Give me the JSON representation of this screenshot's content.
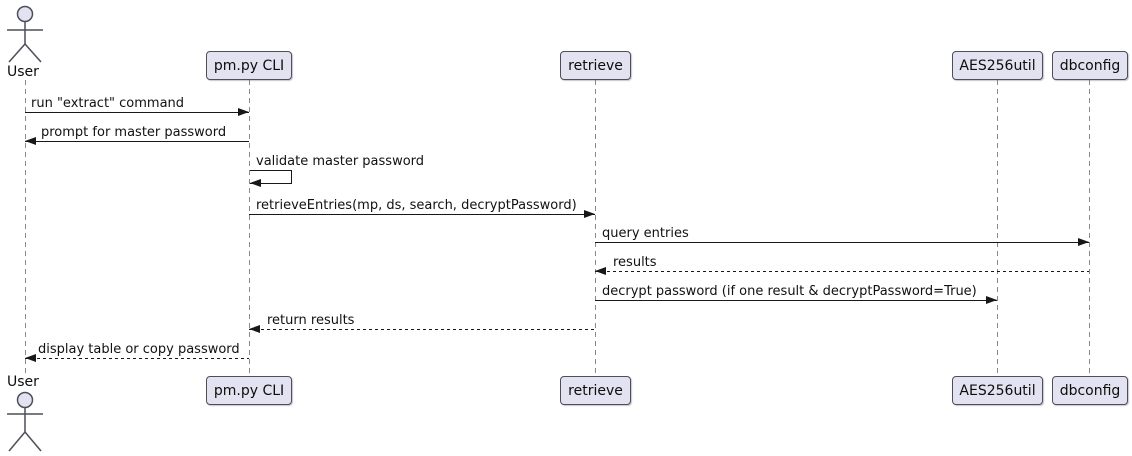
{
  "diagram": {
    "type": "sequence-diagram",
    "participants": [
      {
        "name": "User",
        "kind": "actor"
      },
      {
        "name": "pm.py CLI",
        "kind": "participant"
      },
      {
        "name": "retrieve",
        "kind": "participant"
      },
      {
        "name": "AES256util",
        "kind": "participant"
      },
      {
        "name": "dbconfig",
        "kind": "participant"
      }
    ],
    "messages": [
      {
        "from": "User",
        "to": "pm.py CLI",
        "label": "run \"extract\" command",
        "style": "solid"
      },
      {
        "from": "pm.py CLI",
        "to": "User",
        "label": "prompt for master password",
        "style": "solid"
      },
      {
        "from": "pm.py CLI",
        "to": "pm.py CLI",
        "label": "validate master password",
        "style": "solid-self"
      },
      {
        "from": "pm.py CLI",
        "to": "retrieve",
        "label": "retrieveEntries(mp, ds, search, decryptPassword)",
        "style": "solid"
      },
      {
        "from": "retrieve",
        "to": "dbconfig",
        "label": "query entries",
        "style": "solid"
      },
      {
        "from": "dbconfig",
        "to": "retrieve",
        "label": "results",
        "style": "dashed"
      },
      {
        "from": "retrieve",
        "to": "AES256util",
        "label": "decrypt password (if one result & decryptPassword=True)",
        "style": "solid"
      },
      {
        "from": "retrieve",
        "to": "pm.py CLI",
        "label": "return results",
        "style": "dashed"
      },
      {
        "from": "pm.py CLI",
        "to": "User",
        "label": "display table or copy password",
        "style": "dashed"
      }
    ],
    "colors": {
      "participant_fill": "#E2E2F0",
      "participant_border": "#4E4E5A",
      "arrow": "#181818",
      "lifeline": "#8A8A8A",
      "background": "#FFFFFF"
    }
  }
}
